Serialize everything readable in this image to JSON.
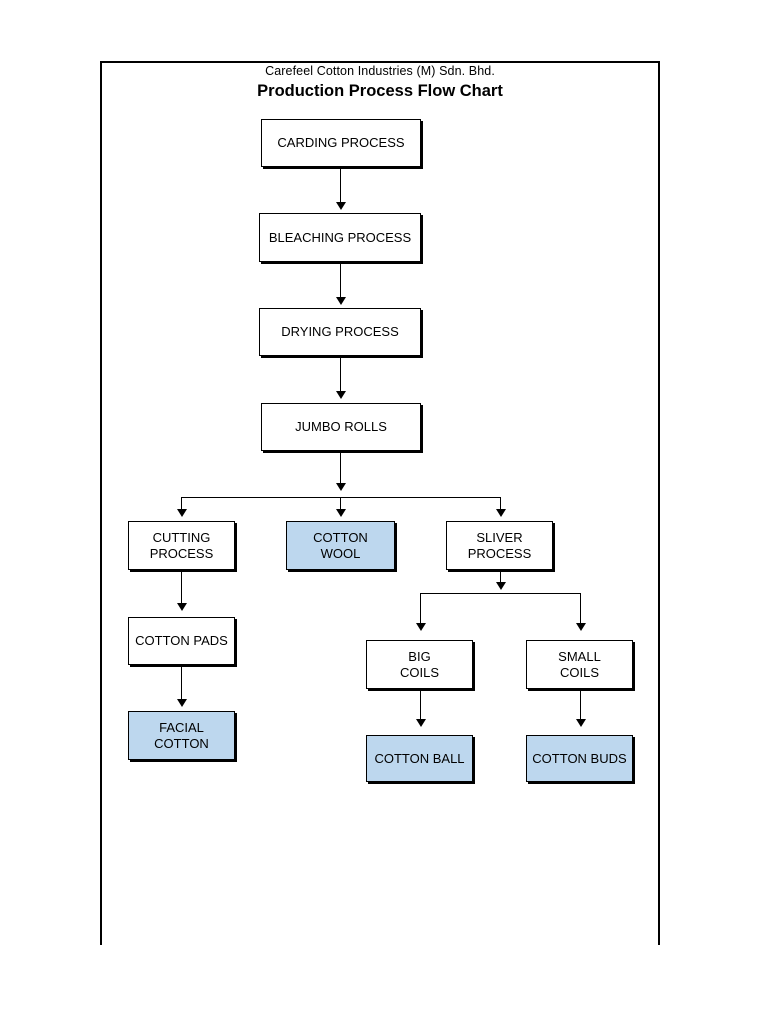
{
  "header": {
    "company": "Carefeel Cotton Industries (M) Sdn. Bhd.",
    "title": "Production Process Flow Chart"
  },
  "colors": {
    "highlight": "#bdd7ee",
    "line": "#000000",
    "node_fill": "#ffffff"
  },
  "chart_data": {
    "type": "diagram",
    "title": "Production Process Flow Chart",
    "nodes": [
      {
        "id": "carding",
        "label": "CARDING PROCESS",
        "highlighted": false
      },
      {
        "id": "bleaching",
        "label": "BLEACHING PROCESS",
        "highlighted": false
      },
      {
        "id": "drying",
        "label": "DRYING    PROCESS",
        "highlighted": false
      },
      {
        "id": "jumbo",
        "label": "JUMBO ROLLS",
        "highlighted": false
      },
      {
        "id": "cutting",
        "label": "CUTTING\nPROCESS",
        "highlighted": false
      },
      {
        "id": "cotton_wool",
        "label": "COTTON\nWOOL",
        "highlighted": true
      },
      {
        "id": "sliver",
        "label": "SLIVER\nPROCESS",
        "highlighted": false
      },
      {
        "id": "cotton_pads",
        "label": "COTTON PADS",
        "highlighted": false
      },
      {
        "id": "facial",
        "label": "FACIAL\nCOTTON",
        "highlighted": true
      },
      {
        "id": "big_coils",
        "label": "BIG\n  COILS",
        "highlighted": false
      },
      {
        "id": "small_coils",
        "label": "SMALL\n COILS",
        "highlighted": false
      },
      {
        "id": "cotton_ball",
        "label": "COTTON BALL",
        "highlighted": true
      },
      {
        "id": "cotton_buds",
        "label": "COTTON BUDS",
        "highlighted": true
      }
    ],
    "edges": [
      {
        "from": "carding",
        "to": "bleaching"
      },
      {
        "from": "bleaching",
        "to": "drying"
      },
      {
        "from": "drying",
        "to": "jumbo"
      },
      {
        "from": "jumbo",
        "to": "cutting"
      },
      {
        "from": "jumbo",
        "to": "cotton_wool"
      },
      {
        "from": "jumbo",
        "to": "sliver"
      },
      {
        "from": "cutting",
        "to": "cotton_pads"
      },
      {
        "from": "cotton_pads",
        "to": "facial"
      },
      {
        "from": "sliver",
        "to": "big_coils"
      },
      {
        "from": "sliver",
        "to": "small_coils"
      },
      {
        "from": "big_coils",
        "to": "cotton_ball"
      },
      {
        "from": "small_coils",
        "to": "cotton_buds"
      }
    ]
  }
}
